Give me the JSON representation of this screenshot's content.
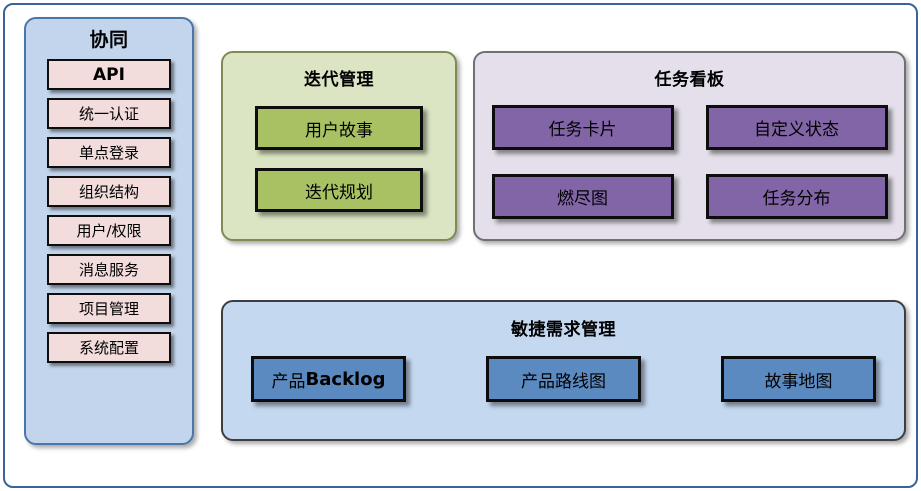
{
  "frame": {
    "border_color": "#3c6397"
  },
  "sidebar": {
    "title": "协同",
    "bg_color": "#c3d5ec",
    "item_color": "#f2dcdc",
    "items": [
      {
        "label": "API",
        "style": "latin-bold"
      },
      {
        "label": "统一认证",
        "style": "cjk"
      },
      {
        "label": "单点登录",
        "style": "cjk"
      },
      {
        "label": "组织结构",
        "style": "cjk"
      },
      {
        "label": "用户/权限",
        "style": "cjk"
      },
      {
        "label": "消息服务",
        "style": "cjk"
      },
      {
        "label": "项目管理",
        "style": "cjk"
      },
      {
        "label": "系统配置",
        "style": "cjk"
      }
    ]
  },
  "iteration": {
    "title": "迭代管理",
    "bg_color": "#dbe5c3",
    "box_color": "#a8c163",
    "items": [
      {
        "label": "用户故事"
      },
      {
        "label": "迭代规划"
      }
    ]
  },
  "taskboard": {
    "title": "任务看板",
    "bg_color": "#e4dfea",
    "box_color": "#8265a7",
    "items": [
      {
        "label": "任务卡片"
      },
      {
        "label": "自定义状态"
      },
      {
        "label": "燃尽图"
      },
      {
        "label": "任务分布"
      }
    ]
  },
  "agile": {
    "title": "敏捷需求管理",
    "bg_color": "#c4d8f0",
    "box_color": "#5b8ac0",
    "items": [
      {
        "label_cjk": "产品",
        "label_latin": "Backlog"
      },
      {
        "label_cjk": "产品路线图",
        "label_latin": ""
      },
      {
        "label_cjk": "故事地图",
        "label_latin": ""
      }
    ]
  }
}
